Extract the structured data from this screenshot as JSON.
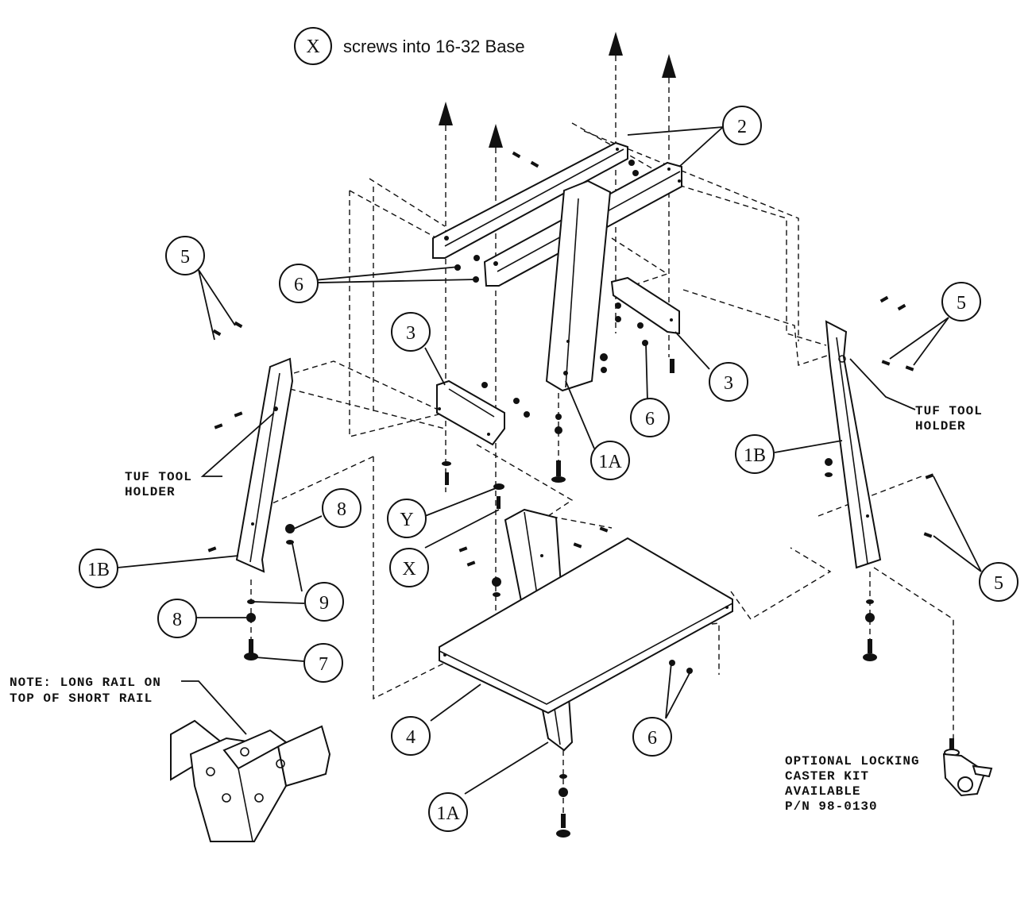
{
  "legend": {
    "symbol": "X",
    "text": "screws into 16-32 Base"
  },
  "callouts": [
    {
      "id": "c2",
      "label": "2"
    },
    {
      "id": "c6a",
      "label": "6"
    },
    {
      "id": "c5a",
      "label": "5"
    },
    {
      "id": "c3a",
      "label": "3"
    },
    {
      "id": "c3b",
      "label": "3"
    },
    {
      "id": "c6b",
      "label": "6"
    },
    {
      "id": "c1a_top",
      "label": "1A"
    },
    {
      "id": "c5b",
      "label": "5"
    },
    {
      "id": "c1b_right",
      "label": "1B"
    },
    {
      "id": "c5c",
      "label": "5"
    },
    {
      "id": "c8a",
      "label": "8"
    },
    {
      "id": "cY",
      "label": "Y"
    },
    {
      "id": "cX",
      "label": "X"
    },
    {
      "id": "c1b_left",
      "label": "1B"
    },
    {
      "id": "c9",
      "label": "9"
    },
    {
      "id": "c8b",
      "label": "8"
    },
    {
      "id": "c7",
      "label": "7"
    },
    {
      "id": "c4",
      "label": "4"
    },
    {
      "id": "c6c",
      "label": "6"
    },
    {
      "id": "c1a_bottom",
      "label": "1A"
    }
  ],
  "notes": {
    "tuf_left": [
      "TUF TOOL",
      "HOLDER"
    ],
    "tuf_right": [
      "TUF TOOL",
      "HOLDER"
    ],
    "long_rail": [
      "NOTE: LONG RAIL ON",
      "TOP OF SHORT RAIL"
    ],
    "caster": [
      "OPTIONAL LOCKING",
      "CASTER KIT",
      "AVAILABLE",
      "P/N 98-0130"
    ]
  }
}
